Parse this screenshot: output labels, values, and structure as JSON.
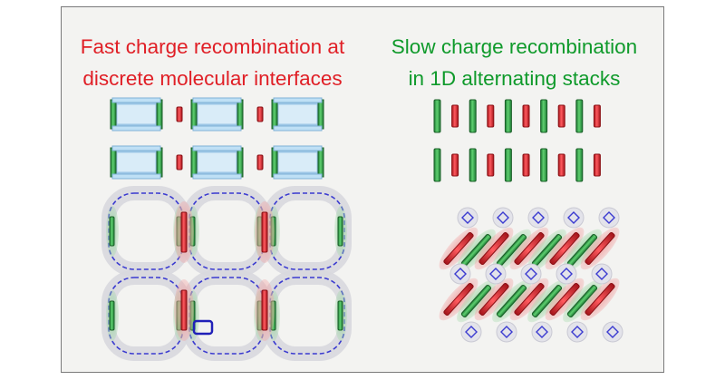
{
  "left": {
    "title_line1": "Fast charge recombination at",
    "title_line2": "discrete molecular interfaces"
  },
  "right": {
    "title_line1": "Slow charge recombination",
    "title_line2": "in 1D alternating stacks"
  },
  "colors": {
    "donor_green": "#2fa84a",
    "acceptor_red": "#e3232b",
    "box_frame": "#a9d3ef",
    "left_title": "#e01f26",
    "right_title": "#0f9a2b",
    "linker_blue": "#3b3bd0"
  }
}
